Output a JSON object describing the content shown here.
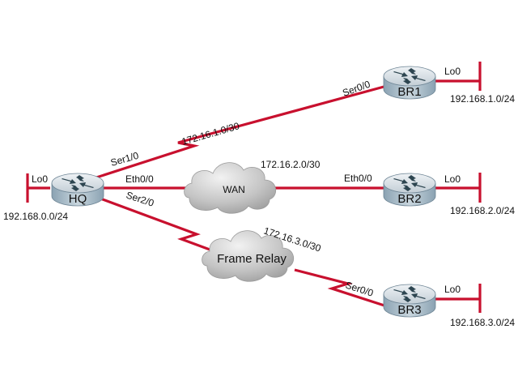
{
  "colors": {
    "link": "#c8102e",
    "router_top": "#d6dde3",
    "router_side": "#9fb4c2",
    "cloud": "#b9b9b9"
  },
  "routers": [
    {
      "id": "HQ",
      "label": "HQ",
      "loopback": "Lo0",
      "lan": "192.168.0.0/24"
    },
    {
      "id": "BR1",
      "label": "BR1",
      "loopback": "Lo0",
      "lan": "192.168.1.0/24"
    },
    {
      "id": "BR2",
      "label": "BR2",
      "loopback": "Lo0",
      "lan": "192.168.2.0/24"
    },
    {
      "id": "BR3",
      "label": "BR3",
      "loopback": "Lo0",
      "lan": "192.168.3.0/24"
    }
  ],
  "clouds": [
    {
      "id": "wan",
      "label": "WAN"
    },
    {
      "id": "frame-relay",
      "label": "Frame Relay"
    }
  ],
  "links": [
    {
      "from": "HQ",
      "to": "BR1",
      "type": "serial",
      "from_if": "Ser1/0",
      "to_if": "Ser0/0",
      "network": "172.16.1.0/30"
    },
    {
      "from": "HQ",
      "to": "BR2",
      "type": "ethernet",
      "via": "WAN",
      "from_if": "Eth0/0",
      "to_if": "Eth0/0",
      "network": "172.16.2.0/30"
    },
    {
      "from": "HQ",
      "to": "BR3",
      "type": "serial",
      "via": "Frame Relay",
      "from_if": "Ser2/0",
      "to_if": "Ser0/0",
      "network": "172.16.3.0/30"
    }
  ]
}
